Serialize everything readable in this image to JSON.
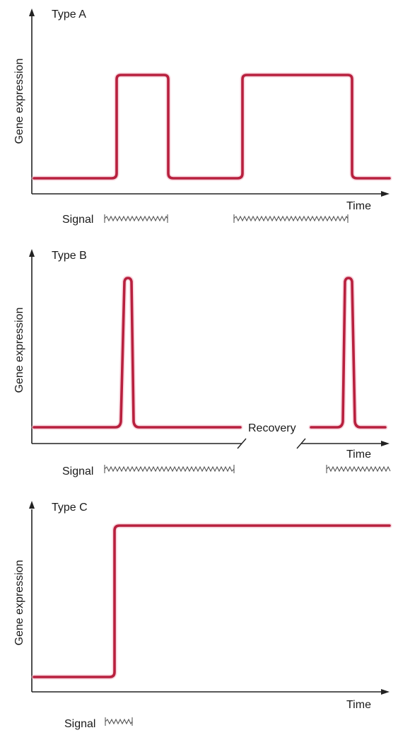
{
  "panels": [
    {
      "id": "A",
      "title": "Type A",
      "ylabel": "Gene expression",
      "xlabel": "Time"
    },
    {
      "id": "B",
      "title": "Type B",
      "ylabel": "Gene expression",
      "xlabel": "Time",
      "break_label": "Recovery"
    },
    {
      "id": "C",
      "title": "Type C",
      "ylabel": "Gene expression",
      "xlabel": "Time"
    }
  ],
  "signal_label": "Signal",
  "colors": {
    "curve": "#b8203e",
    "axis": "#222222",
    "signal": "#555555"
  }
}
